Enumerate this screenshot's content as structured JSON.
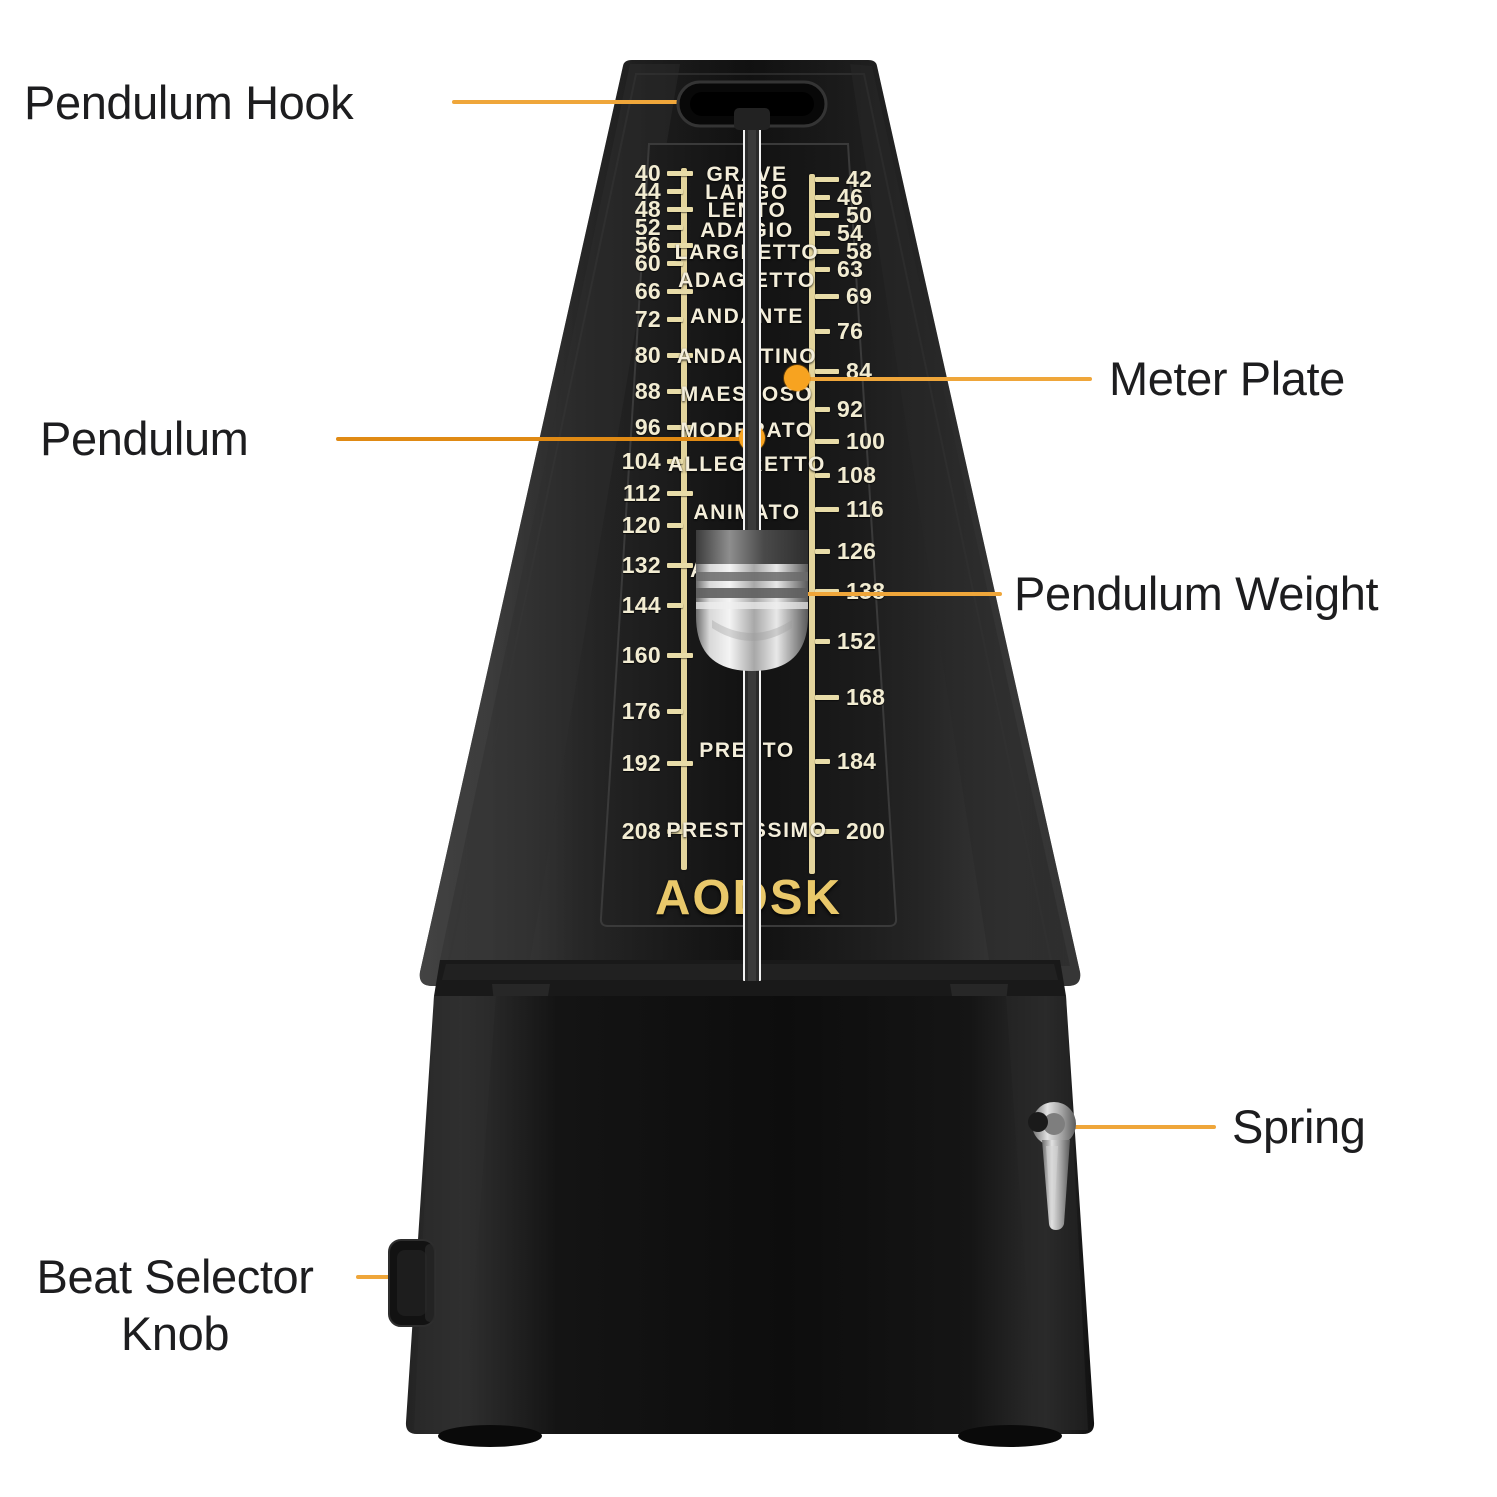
{
  "product": {
    "brand": "AODSK",
    "type": "mechanical-metronome"
  },
  "callouts": [
    {
      "id": "pendulum-hook",
      "label": "Pendulum Hook",
      "dot": [
        744,
        101
      ]
    },
    {
      "id": "pendulum",
      "label": "Pendulum",
      "dot": [
        752,
        438
      ]
    },
    {
      "id": "meter-plate",
      "label": "Meter Plate",
      "dot": [
        797,
        378
      ]
    },
    {
      "id": "pendulum-weight",
      "label": "Pendulum Weight",
      "dot": [
        748,
        593
      ]
    },
    {
      "id": "spring",
      "label": "Spring",
      "dot": [
        1056,
        1126
      ]
    },
    {
      "id": "beat-selector",
      "label": "Beat Selector\nKnob",
      "dot": [
        412,
        1276
      ]
    }
  ],
  "scale": {
    "left_column": [
      40,
      44,
      48,
      52,
      56,
      60,
      66,
      72,
      80,
      88,
      96,
      104,
      112,
      120,
      132,
      144,
      160,
      176,
      192,
      208
    ],
    "right_column": [
      42,
      46,
      50,
      54,
      58,
      63,
      69,
      76,
      84,
      92,
      100,
      108,
      116,
      126,
      138,
      152,
      168,
      184,
      200
    ],
    "tempo_terms": [
      "GRAVE",
      "LARGO",
      "LENTO",
      "ADAGIO",
      "LARGHETTO",
      "ADAGIETTO",
      "ANDANTE",
      "ANDANTINO",
      "MAESTOSO",
      "MODERATO",
      "ALLEGRETTO",
      "ANIMATO",
      "ALLEGRO",
      "PRESTO",
      "PRESTISSIMO"
    ]
  },
  "colors": {
    "accent": "#F7A320",
    "leader": "#EFA63A",
    "gold": "#E9C86A",
    "scale_text": "#F2ECD2",
    "body": "#141414",
    "label_text": "#1d1d1f",
    "background": "#ffffff"
  }
}
